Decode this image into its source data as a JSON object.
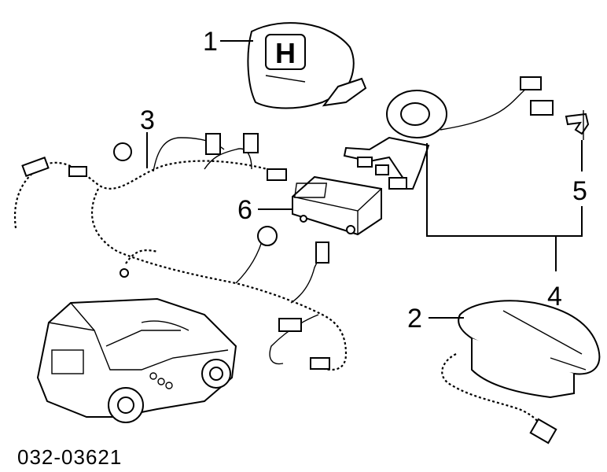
{
  "callouts": [
    "1",
    "2",
    "3",
    "4",
    "5",
    "6"
  ],
  "part_number": "032-03621",
  "logo_letter": "H"
}
